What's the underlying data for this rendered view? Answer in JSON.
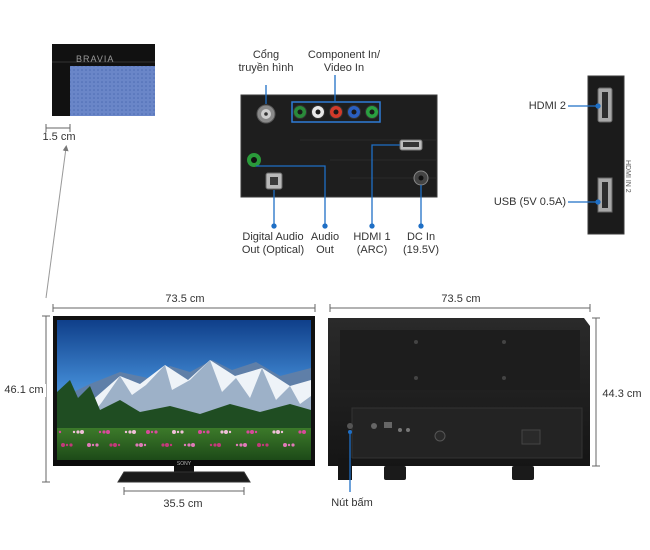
{
  "brand": "BRAVIA",
  "front_logo": "SONY",
  "bezel": {
    "thickness": "1.5 cm"
  },
  "ports": {
    "antenna": [
      "Cổng",
      "truyền hình"
    ],
    "component": [
      "Component In/",
      "Video In"
    ],
    "optical": [
      "Digital Audio",
      "Out (Optical)"
    ],
    "audio_out": [
      "Audio",
      "Out"
    ],
    "hdmi1": [
      "HDMI 1",
      "(ARC)"
    ],
    "dc_in": [
      "DC In",
      "(19.5V)"
    ],
    "hdmi2": "HDMI 2",
    "usb": "USB (5V 0.5A)",
    "hdmi2_panel_text": "HDMI IN 2"
  },
  "dimensions": {
    "front_width": "73.5 cm",
    "back_width": "73.5 cm",
    "front_height": "46.1 cm",
    "back_height": "44.3 cm",
    "stand_width": "35.5 cm"
  },
  "buttons_label": "Nút bấm",
  "colors": {
    "accent": "#1f6fc5",
    "panel": "#1c1c1c",
    "tv_body": "#111111",
    "component_jacks": [
      "#2a8a3a",
      "#e8e8e8",
      "#d23a2a",
      "#2a5fc0",
      "#2aa040"
    ]
  }
}
